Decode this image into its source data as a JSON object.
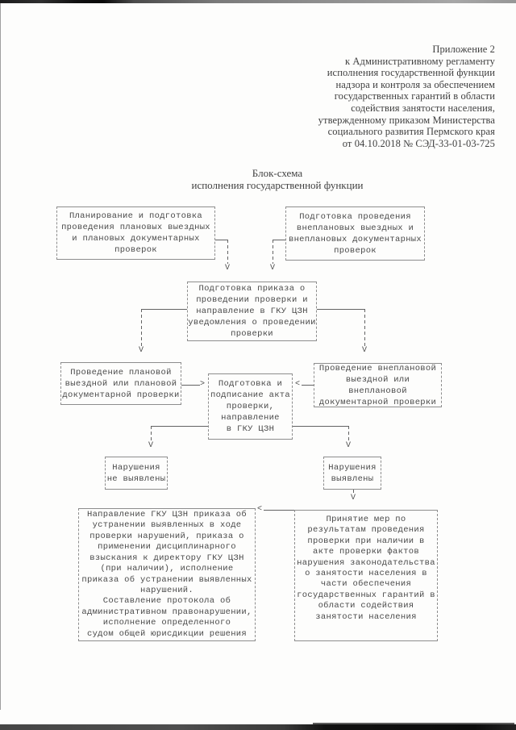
{
  "document": {
    "header_lines": [
      "Приложение 2",
      "к Административному регламенту",
      "исполнения государственной функции",
      "надзора и контроля за обеспечением",
      "государственных гарантий в области",
      "содействия занятости населения,",
      "утвержденному приказом Министерства",
      "социального развития Пермского края",
      "от 04.10.2018 № СЭД-33-01-03-725"
    ],
    "title_lines": [
      "Блок-схема",
      "исполнения государственной функции"
    ]
  },
  "flowchart": {
    "glyphs": {
      "down": "V",
      "left": "<",
      "right": ">"
    },
    "boxes": {
      "planning": {
        "lines": [
          "Планирование и подготовка",
          "проведения плановых выездных",
          "и плановых документарных",
          "проверок"
        ]
      },
      "unplanned_prep": {
        "lines": [
          "Подготовка проведения",
          "внеплановых выездных и",
          "внеплановых документарных",
          "проверок"
        ]
      },
      "order": {
        "lines": [
          "Подготовка приказа о",
          "проведении проверки и",
          "направление в ГКУ ЦЗН",
          "уведомления о проведении",
          "проверки"
        ]
      },
      "planned_check": {
        "lines": [
          "Проведение плановой",
          "выездной или плановой",
          "документарной проверки"
        ]
      },
      "act": {
        "lines": [
          "Подготовка и",
          "подписание акта",
          "проверки,",
          "направление",
          "в ГКУ ЦЗН"
        ]
      },
      "unplanned_check": {
        "lines": [
          "Проведение внеплановой",
          "выездной или внеплановой",
          "документарной проверки"
        ]
      },
      "no_violations": {
        "lines": [
          "Нарушения",
          "не выявлены"
        ]
      },
      "violations": {
        "lines": [
          "Нарушения",
          "выявлены"
        ]
      },
      "measures_execution": {
        "lines": [
          "Направление ГКУ ЦЗН приказа об",
          "устранении выявленных в ходе",
          "проверки нарушений, приказа о",
          "применении дисциплинарного",
          "взыскания к директору ГКУ ЦЗН",
          "(при наличии), исполнение",
          "приказа об устранении выявленных",
          "нарушений.",
          "Составление протокола об",
          "административном правонарушении,",
          "исполнение определенного",
          "судом общей юрисдикции решения"
        ]
      },
      "measures_taking": {
        "lines": [
          "Принятие мер по",
          "результатам проведения",
          "проверки при наличии в",
          "акте проверки фактов",
          "нарушения законодательства",
          "о занятости населения в",
          "части обеспечения",
          "государственных гарантий в",
          "области содействия",
          "занятости населения"
        ]
      }
    }
  },
  "colors": {
    "ink": "#3f3f3f",
    "box_ink": "#4a4a4a",
    "box_border": "#8d8d8d",
    "connector": "#636363"
  }
}
